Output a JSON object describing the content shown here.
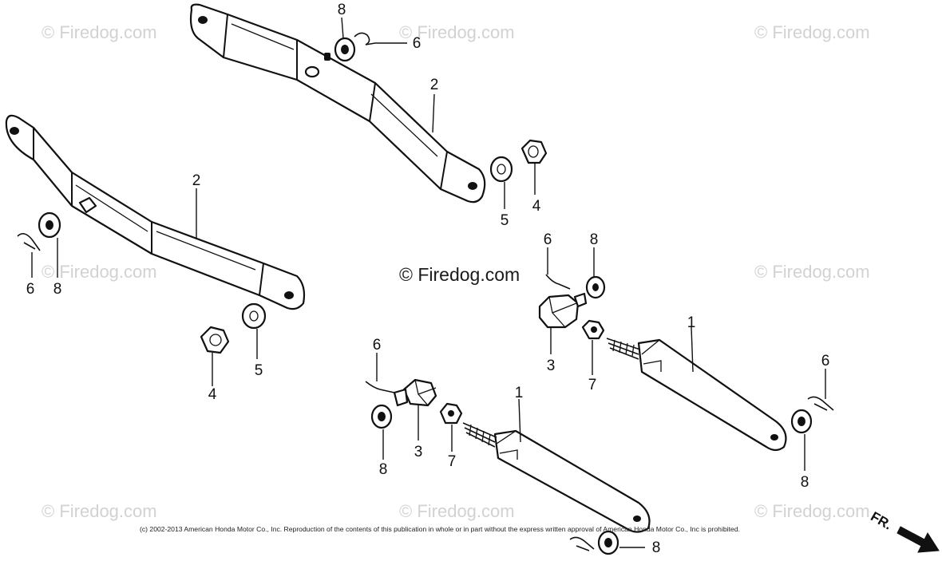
{
  "watermark": {
    "text": "© Firedog.com",
    "center_text": "© Firedog.com"
  },
  "callouts": {
    "c8_top": "8",
    "c6_top": "6",
    "c2_upper": "2",
    "c2_lower": "2",
    "c5_upper": "5",
    "c4_upper": "4",
    "c6_left": "6",
    "c8_left": "8",
    "c4_lower": "4",
    "c5_lower": "5",
    "c6_mid": "6",
    "c8_mid": "8",
    "c3_mid": "3",
    "c7_mid": "7",
    "c1_right": "1",
    "c6_right": "6",
    "c8_right": "8",
    "c6_low": "6",
    "c3_low": "3",
    "c7_low": "7",
    "c8_low": "8",
    "c1_low": "1",
    "c8_bottom": "8"
  },
  "copyright": "(c) 2002-2013 American Honda Motor Co., Inc. Reproduction of the contents of this publication in whole or in part without the express written approval of American Honda Motor Co., Inc is prohibited.",
  "front_indicator": "FR."
}
